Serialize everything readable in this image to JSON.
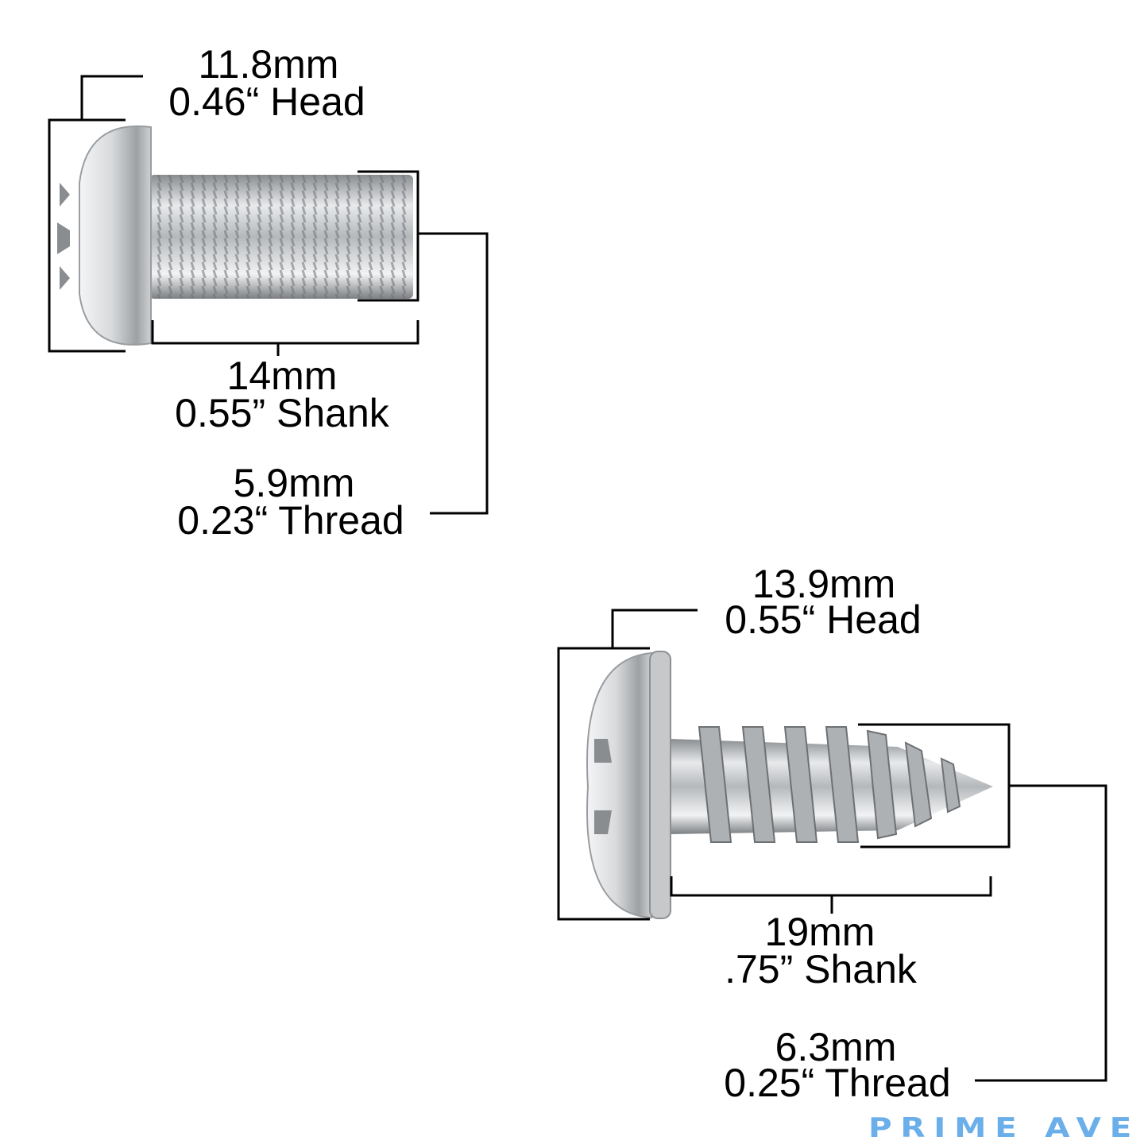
{
  "screw_1": {
    "head": {
      "mm": "11.8mm",
      "inch": "0.46“ Head"
    },
    "shank": {
      "mm": "14mm",
      "inch": "0.55” Shank"
    },
    "thread": {
      "mm": "5.9mm",
      "inch": "0.23“ Thread"
    }
  },
  "screw_2": {
    "head": {
      "mm": "13.9mm",
      "inch": "0.55“ Head"
    },
    "shank": {
      "mm": "19mm",
      "inch": ".75” Shank"
    },
    "thread": {
      "mm": "6.3mm",
      "inch": "0.25“ Thread"
    }
  },
  "logo": {
    "text": "PRIME AVE",
    "color": "#6aaeea"
  }
}
